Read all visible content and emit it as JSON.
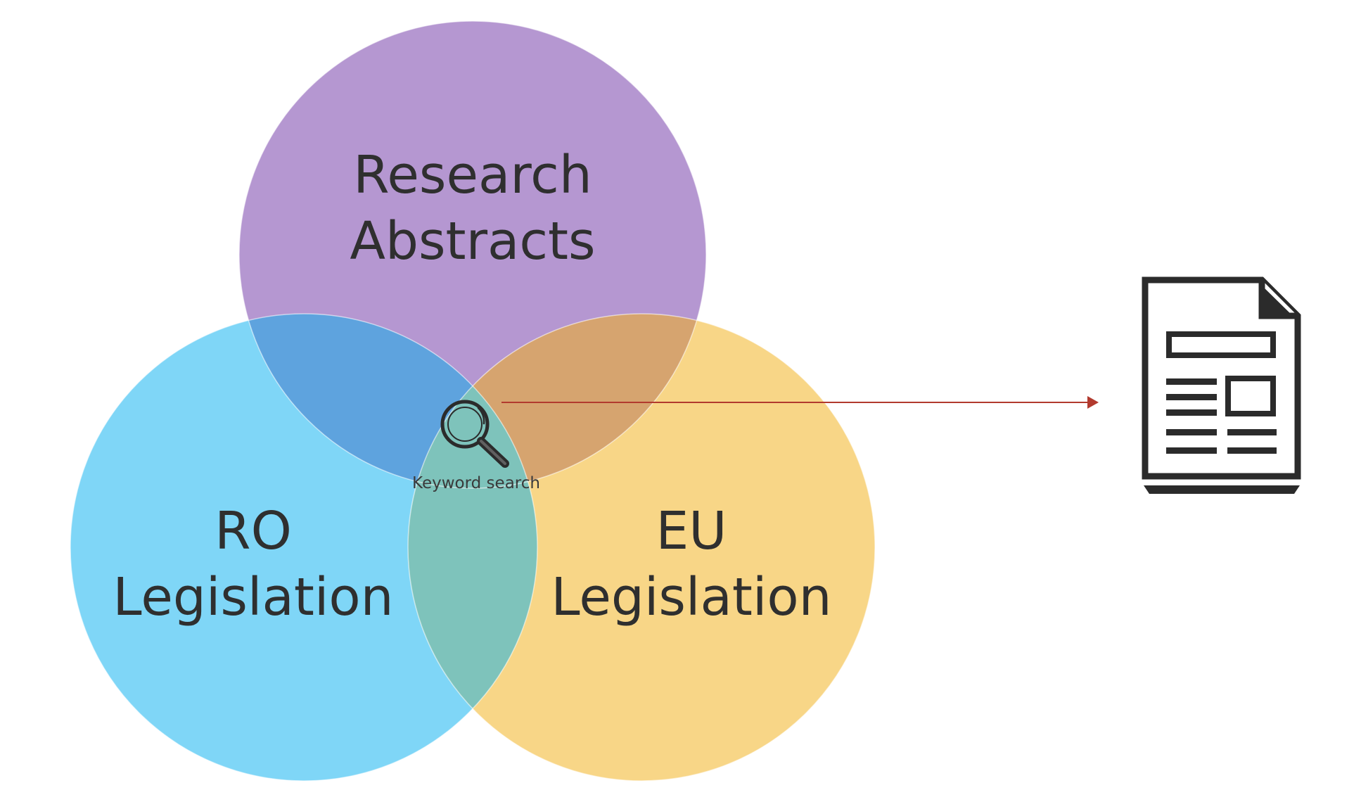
{
  "sets": {
    "research": {
      "line1": "Research",
      "line2": "Abstracts",
      "color": "#b597d1"
    },
    "ro": {
      "line1": "RO",
      "line2": "Legislation",
      "color": "#7fd6f7"
    },
    "eu": {
      "line1": "EU",
      "line2": "Legislation",
      "color": "#f8d687"
    }
  },
  "overlaps": {
    "research_ro": "#5ea3de",
    "research_eu": "#d6a46f",
    "ro_eu": "#7ec3bb"
  },
  "search": {
    "label": "Keyword search",
    "icon": "magnifier-icon"
  },
  "arrow": {
    "color": "#b23a2e"
  },
  "result": {
    "icon": "document-icon",
    "color": "#2b2b2b"
  }
}
